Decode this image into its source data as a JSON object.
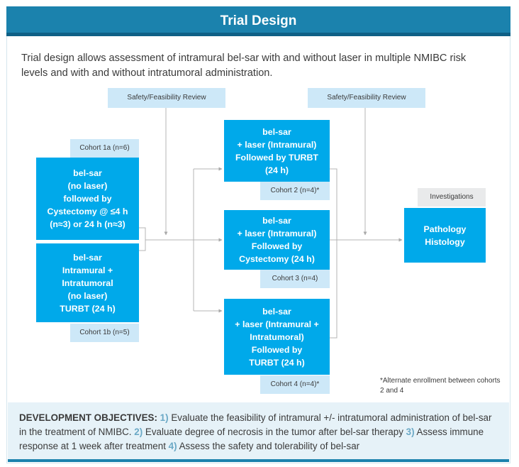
{
  "header": {
    "title": "Trial Design"
  },
  "intro": "Trial design allows assessment of intramural bel-sar with and without laser in multiple NMIBC risk levels and with and without intratumoral administration.",
  "reviews": [
    {
      "label": "Safety/Feasibility Review"
    },
    {
      "label": "Safety/Feasibility Review"
    }
  ],
  "cohorts": {
    "c1a": {
      "label": "Cohort 1a (n=6)",
      "text": "bel-sar\n(no laser)\nfollowed by\nCystectomy @ ≤4 h\n(n≈3) or 24 h (n≈3)"
    },
    "c1b": {
      "label": "Cohort 1b (n=5)",
      "text": "bel-sar\nIntramural +\nIntratumoral\n(no laser)\nTURBT (24 h)"
    },
    "c2": {
      "label": "Cohort 2 (n=4)*",
      "text": "bel-sar\n+ laser (Intramural)\nFollowed by TURBT\n(24 h)"
    },
    "c3": {
      "label": "Cohort 3 (n=4)",
      "text": "bel-sar\n+ laser (Intramural)\nFollowed by\nCystectomy (24 h)"
    },
    "c4": {
      "label": "Cohort 4 (n=4)*",
      "text": "bel-sar\n+ laser (Intramural +\nIntratumoral)\nFollowed by\nTURBT (24 h)"
    }
  },
  "investigations": {
    "label": "Investigations",
    "text": "Pathology\nHistology"
  },
  "note": "*Alternate enrollment between cohorts 2 and 4",
  "objectives": {
    "title": "DEVELOPMENT OBJECTIVES:",
    "items": [
      {
        "num": "1)",
        "text": "Evaluate the feasibility of intramural +/- intratumoral  administration of bel-sar in the treatment of NMIBC."
      },
      {
        "num": "2)",
        "text": "Evaluate degree of necrosis in the tumor after bel-sar therapy"
      },
      {
        "num": "3)",
        "text": "Assess immune response at 1 week after treatment"
      },
      {
        "num": "4)",
        "text": "Assess the safety and tolerability of bel-sar"
      }
    ]
  }
}
